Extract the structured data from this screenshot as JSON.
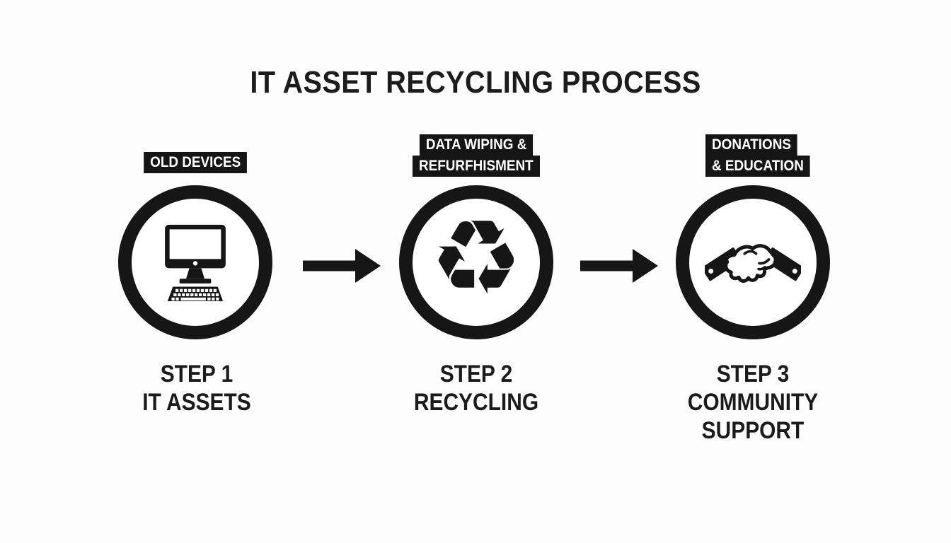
{
  "title": "IT ASSET RECYCLING PROCESS",
  "steps": [
    {
      "tag_lines": [
        "OLD DEVICES"
      ],
      "icon": "desktop-computer-icon",
      "caption_lines": [
        "STEP 1",
        "IT ASSETS"
      ]
    },
    {
      "tag_lines": [
        "DATA WIPING &",
        "REFURFHISMENT"
      ],
      "icon": "recycling-arrows-icon",
      "caption_lines": [
        "STEP 2",
        "RECYCLING"
      ]
    },
    {
      "tag_lines": [
        "DONATIONS",
        "& EDUCATION"
      ],
      "icon": "handshake-icon",
      "caption_lines": [
        "STEP 3",
        "COMMUNITY",
        "SUPPORT"
      ]
    }
  ],
  "icons": {
    "recycle_glyph": "♻",
    "arrow": "right-arrow-icon"
  },
  "colors": {
    "ink": "#161616",
    "background": "#fdfdfd",
    "tag_background": "#151515",
    "tag_text": "#ffffff"
  }
}
